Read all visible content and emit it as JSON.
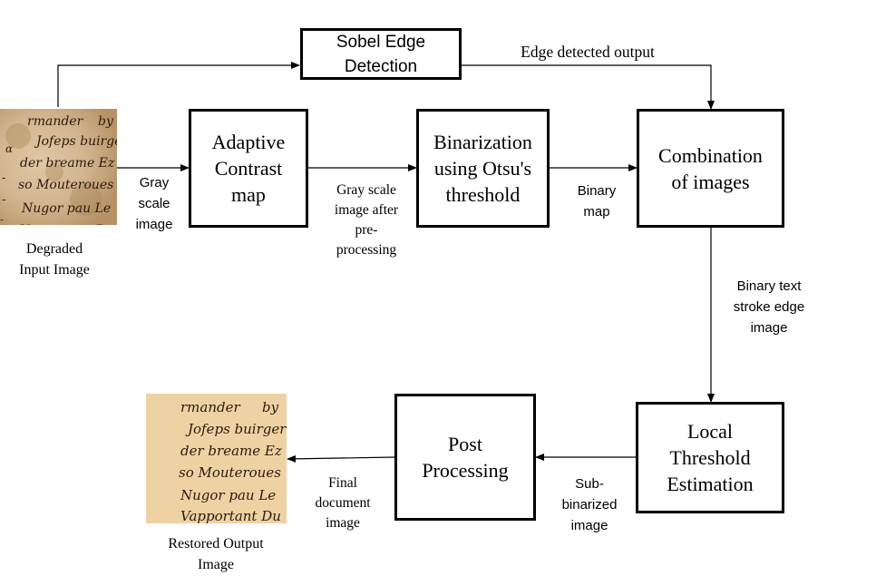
{
  "nodes": {
    "sobel": "Sobel Edge\nDetection",
    "adaptive": "Adaptive\nContrast\nmap",
    "binarization": "Binarization\nusing Otsu's\nthreshold",
    "combination": "Combination\nof images",
    "local": "Local\nThreshold\nEstimation",
    "post": "Post\nProcessing"
  },
  "edges": {
    "edge_output": "Edge detected output",
    "gray_scale": "Gray\nscale\nimage",
    "preprocessed": "Gray scale\nimage after\npre-\nprocessing",
    "binary_map": "Binary\nmap",
    "stroke": "Binary text\nstroke edge\nimage",
    "sub_binarized": "Sub-\nbinarized\nimage",
    "final": "Final\ndocument\nimage"
  },
  "images": {
    "input_caption": "Degraded\nInput Image",
    "output_caption": "Restored Output\nImage"
  },
  "colors": {
    "degraded_bg": "#d2b590",
    "restored_bg": "#efd2a4",
    "ink": "#2b1a0c"
  }
}
